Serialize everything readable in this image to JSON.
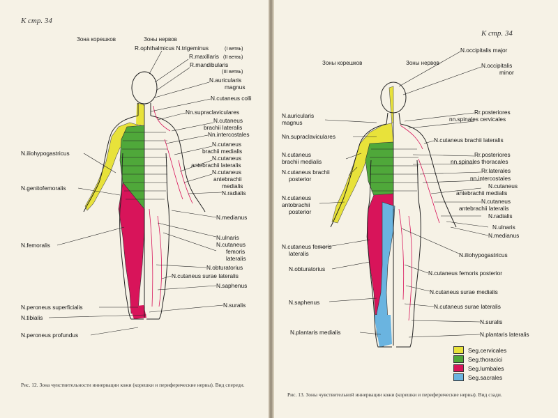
{
  "left_page": {
    "page_ref": "К стр. 34",
    "header_roots": "Зона корешков",
    "header_nerves": "Зоны нервов",
    "labels_right": [
      "R.ophthalmicus N.trigeminus",
      "R.maxillaris",
      "R.mandibularis",
      "N.auricularis",
      "magnus",
      "N.cutaneus colli",
      "Nn.supraclaviculares",
      "N.cutaneus",
      "brachii lateralis",
      "Nn.intercostales",
      "N.cutaneus",
      "brachii medialis",
      "N.cutaneus",
      "antebrachii lateralis",
      "N.cutaneus",
      "antebrachii",
      "medialis",
      "N.radialis",
      "N.medianus",
      "N.ulnaris",
      "N.cutaneus",
      "femoris",
      "lateralis",
      "N.obturatorius",
      "N.cutaneus surae lateralis",
      "N.saphenus",
      "N.suralis"
    ],
    "labels_small": [
      "(I ветвь)",
      "(II ветвь)",
      "(III ветвь)"
    ],
    "labels_left": [
      "N.iliohypogastricus",
      "N.genitofemoralis",
      "N.femoralis",
      "N.peroneus superficialis",
      "N.tibialis",
      "N.peroneus profundus"
    ],
    "caption": "Рис. 12. Зона чувствительности иннервации кожи (корешки и периферические нервы). Вид спереди."
  },
  "right_page": {
    "page_ref": "К стр. 34",
    "header_roots": "Зоны корешков",
    "header_nerves": "Зоны нервов",
    "labels_left": [
      "N.auricularis",
      "magnus",
      "Nn.supraclaviculares",
      "N.cutaneus",
      "brachii medialis",
      "N.cutaneus brachii",
      "posterior",
      "N.cutaneus",
      "antobrachii",
      "posterior",
      "N.cutaneus femoris",
      "lateralis",
      "N.obturatorius",
      "N.saphenus",
      "N.plantaris medialis"
    ],
    "labels_right": [
      "N.occipitalis major",
      "N.occipitalis",
      "minor",
      "Rr.posteriores",
      "nn.spinales cervicales",
      "N.cutaneus brachii lateralis",
      "Rr.posteriores",
      "nn.spinales thoracales",
      "Rr.laterales",
      "nn.intercostales",
      "N.cutaneus",
      "antebrachii medialis",
      "N.cutaneus",
      "antebrachii lateralis",
      "N.radialis",
      "N.ulnaris",
      "N.medianus",
      "N.iliohypogastricus",
      "N.cutaneus femoris posterior",
      "N.cutaneus surae medialis",
      "N.cutaneus surae lateralis",
      "N.suralis",
      "N.plantaris lateralis"
    ],
    "legend": [
      {
        "label": "Seg.cervicales",
        "color": "#e8e23a"
      },
      {
        "label": "Seg.thoracici",
        "color": "#4fa83a"
      },
      {
        "label": "Seg.lumbales",
        "color": "#d8145a"
      },
      {
        "label": "Seg.sacrales",
        "color": "#6ab4e0"
      }
    ],
    "caption": "Рис. 13. Зоны чувствительной иннервации кожи (корешки и периферические нервы). Вид сзади."
  }
}
